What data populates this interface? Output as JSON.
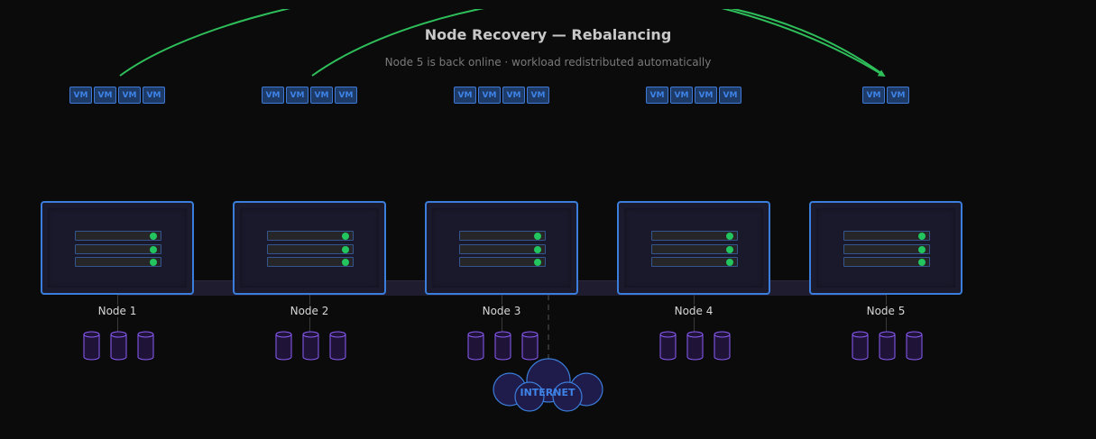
{
  "header": {
    "title": "Node Recovery — Rebalancing",
    "subtitle": "Node 5 is back online · workload redistributed automatically"
  },
  "nodes": [
    {
      "label": "Node 1",
      "vm_count": 4,
      "vm_label": "VM",
      "disk_count": 3,
      "status_leds": [
        "online",
        "online",
        "online"
      ]
    },
    {
      "label": "Node 2",
      "vm_count": 4,
      "vm_label": "VM",
      "disk_count": 3,
      "status_leds": [
        "online",
        "online",
        "online"
      ]
    },
    {
      "label": "Node 3",
      "vm_count": 4,
      "vm_label": "VM",
      "disk_count": 3,
      "status_leds": [
        "online",
        "online",
        "online"
      ]
    },
    {
      "label": "Node 4",
      "vm_count": 4,
      "vm_label": "VM",
      "disk_count": 3,
      "status_leds": [
        "online",
        "online",
        "online"
      ]
    },
    {
      "label": "Node 5",
      "vm_count": 2,
      "vm_label": "VM",
      "disk_count": 3,
      "status_leds": [
        "online",
        "online",
        "online"
      ]
    }
  ],
  "internet": {
    "label": "INTERNET",
    "attached_to": "Node 3"
  },
  "migrations": [
    {
      "from": "Node 1",
      "to": "Node 5"
    },
    {
      "from": "Node 2",
      "to": "Node 5"
    }
  ],
  "colors": {
    "background": "#0b0b0c",
    "accent_blue": "#3b7ddb",
    "vm_fill": "#1e3a66",
    "led_online": "#22c55e",
    "migration_arrow": "#2fbf5a",
    "disk_stroke": "#8b5cf6",
    "disk_fill": "#1f1338",
    "cloud_fill": "#1f1b4a"
  }
}
